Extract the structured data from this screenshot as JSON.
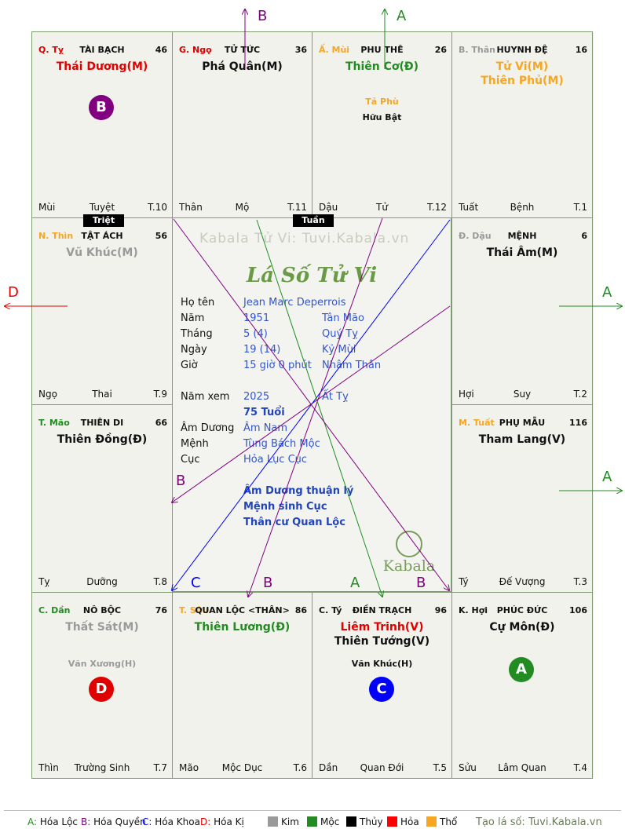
{
  "colors": {
    "green": "#228b22",
    "red": "#e00000",
    "purple": "#800080",
    "blue": "#0000ff",
    "orange": "#f5a623",
    "gray": "#9a9a9a"
  },
  "palaces": [
    {
      "id": "ty",
      "can_chi": "Q. Tỵ",
      "cc_color": "#e00000",
      "name": "TÀI BẠCH",
      "age": "46",
      "stars": [
        {
          "t": "Thái Dương(M)",
          "c": "#e00000"
        }
      ],
      "minor": [],
      "bl": "Mùi",
      "bc": "Tuyệt",
      "br": "T.10"
    },
    {
      "id": "ngo",
      "can_chi": "G. Ngọ",
      "cc_color": "#e00000",
      "name": "TỬ TỨC",
      "age": "36",
      "stars": [
        {
          "t": "Phá Quân(M)",
          "c": "#111111"
        }
      ],
      "minor": [],
      "bl": "Thân",
      "bc": "Mộ",
      "br": "T.11"
    },
    {
      "id": "mui",
      "can_chi": "Ấ. Mùi",
      "cc_color": "#f5a623",
      "name": "PHU THÊ",
      "age": "26",
      "stars": [
        {
          "t": "Thiên Cơ(Đ)",
          "c": "#228b22"
        }
      ],
      "minor": [
        {
          "t": "Tả Phù",
          "c": "#f5a623"
        },
        {
          "t": "Hữu Bật",
          "c": "#111111"
        }
      ],
      "bl": "Dậu",
      "bc": "Tử",
      "br": "T.12"
    },
    {
      "id": "than",
      "can_chi": "B. Thân",
      "cc_color": "#9a9a9a",
      "name": "HUYNH ĐỆ",
      "age": "16",
      "stars": [
        {
          "t": "Tử Vi(M)",
          "c": "#f5a623"
        },
        {
          "t": "Thiên Phủ(M)",
          "c": "#f5a623"
        }
      ],
      "minor": [],
      "bl": "Tuất",
      "bc": "Bệnh",
      "br": "T.1"
    },
    {
      "id": "thin",
      "can_chi": "N. Thìn",
      "cc_color": "#f5a623",
      "name": "TẬT ÁCH",
      "age": "56",
      "stars": [
        {
          "t": "Vũ Khúc(M)",
          "c": "#9a9a9a"
        }
      ],
      "minor": [],
      "bl": "Ngọ",
      "bc": "Thai",
      "br": "T.9"
    },
    {
      "id": "dau",
      "can_chi": "Đ. Dậu",
      "cc_color": "#9a9a9a",
      "name": "MỆNH",
      "age": "6",
      "stars": [
        {
          "t": "Thái Âm(M)",
          "c": "#111111"
        }
      ],
      "minor": [],
      "bl": "Hợi",
      "bc": "Suy",
      "br": "T.2"
    },
    {
      "id": "mao",
      "can_chi": "T. Mão",
      "cc_color": "#228b22",
      "name": "THIÊN DI",
      "age": "66",
      "stars": [
        {
          "t": "Thiên Đồng(Đ)",
          "c": "#111111"
        }
      ],
      "minor": [],
      "bl": "Tỵ",
      "bc": "Dưỡng",
      "br": "T.8"
    },
    {
      "id": "tuat",
      "can_chi": "M. Tuất",
      "cc_color": "#f5a623",
      "name": "PHỤ MẪU",
      "age": "116",
      "stars": [
        {
          "t": "Tham Lang(V)",
          "c": "#111111"
        }
      ],
      "minor": [],
      "bl": "Tý",
      "bc": "Đế Vượng",
      "br": "T.3"
    },
    {
      "id": "dan",
      "can_chi": "C. Dần",
      "cc_color": "#228b22",
      "name": "NÔ BỘC",
      "age": "76",
      "stars": [
        {
          "t": "Thất Sát(M)",
          "c": "#9a9a9a"
        }
      ],
      "minor": [
        {
          "t": "Văn Xương(H)",
          "c": "#9a9a9a"
        }
      ],
      "bl": "Thìn",
      "bc": "Trường Sinh",
      "br": "T.7"
    },
    {
      "id": "suu",
      "can_chi": "T. Sửu",
      "cc_color": "#f5a623",
      "name": "QUAN LỘC <THÂN>",
      "age": "86",
      "stars": [
        {
          "t": "Thiên Lương(Đ)",
          "c": "#228b22"
        }
      ],
      "minor": [],
      "bl": "Mão",
      "bc": "Mộc Dục",
      "br": "T.6"
    },
    {
      "id": "ty2",
      "can_chi": "C. Tý",
      "cc_color": "#111111",
      "name": "ĐIỀN TRẠCH",
      "age": "96",
      "stars": [
        {
          "t": "Liêm Trinh(V)",
          "c": "#e00000"
        },
        {
          "t": "Thiên Tướng(V)",
          "c": "#111111"
        }
      ],
      "minor": [
        {
          "t": "Văn Khúc(H)",
          "c": "#111111"
        }
      ],
      "bl": "Dần",
      "bc": "Quan Đới",
      "br": "T.5"
    },
    {
      "id": "hoi",
      "can_chi": "K. Hợi",
      "cc_color": "#111111",
      "name": "PHÚC ĐỨC",
      "age": "106",
      "stars": [
        {
          "t": "Cự Môn(Đ)",
          "c": "#111111"
        }
      ],
      "minor": [],
      "bl": "Sửu",
      "bc": "Lâm Quan",
      "br": "T.4"
    }
  ],
  "circles": [
    {
      "palace": "ty",
      "label": "B",
      "color": "#800080"
    },
    {
      "palace": "dan",
      "label": "D",
      "color": "#e00000"
    },
    {
      "palace": "ty2",
      "label": "C",
      "color": "#0000ff"
    },
    {
      "palace": "hoi",
      "label": "A",
      "color": "#228b22"
    }
  ],
  "tags": {
    "triet": "Triệt",
    "tuan": "Tuần"
  },
  "center": {
    "watermark": "Kabala Tử Vi: Tuvi.Kabala.vn",
    "title": "Lá Số Tử Vi",
    "rows": [
      {
        "label": "Họ tên",
        "v1": "Jean Marc Deperrois",
        "v2": ""
      },
      {
        "label": "Năm",
        "v1": "1951",
        "v2": "Tân Mão"
      },
      {
        "label": "Tháng",
        "v1": "5  (4)",
        "v2": "Quý Tỵ"
      },
      {
        "label": "Ngày",
        "v1": "19  (14)",
        "v2": "Kỷ Mùi"
      },
      {
        "label": "Giờ",
        "v1": "15 giờ 0 phút",
        "v2": "Nhâm Thân"
      },
      {
        "label": "Năm xem",
        "v1": "2025",
        "v2": "Ất Tỵ"
      },
      {
        "label": "",
        "v1": "75 Tuổi",
        "v2": ""
      },
      {
        "label": "Âm Dương",
        "v1": "Âm Nam",
        "v2": ""
      },
      {
        "label": "Mệnh",
        "v1": "Tùng Bách Mộc",
        "v2": ""
      },
      {
        "label": "Cục",
        "v1": "Hỏa Lục Cục",
        "v2": ""
      }
    ],
    "notes": [
      "Âm Dương thuận lý",
      "Mệnh sinh Cục",
      "Thân cư Quan Lộc"
    ],
    "logo": "Kabala"
  },
  "arrow_labels": {
    "top_b": "B",
    "top_a": "A",
    "left_d": "D",
    "right_a1": "A",
    "right_a2": "A",
    "in_b1": "B",
    "in_c": "C",
    "in_b2": "B",
    "in_a": "A",
    "in_b3": "B"
  },
  "legend": {
    "items": [
      {
        "k": "A:",
        "t": "Hóa Lộc",
        "c": "#228b22"
      },
      {
        "k": "B:",
        "t": "Hóa Quyền",
        "c": "#800080"
      },
      {
        "k": "C:",
        "t": "Hóa Khoa",
        "c": "#0000ff"
      },
      {
        "k": "D:",
        "t": "Hóa Kị",
        "c": "#e00000"
      }
    ],
    "elements": [
      {
        "t": "Kim",
        "c": "#9a9a9a"
      },
      {
        "t": "Mộc",
        "c": "#228b22"
      },
      {
        "t": "Thủy",
        "c": "#000000"
      },
      {
        "t": "Hỏa",
        "c": "#ff0000"
      },
      {
        "t": "Thổ",
        "c": "#f5a623"
      }
    ],
    "site": "Tạo lá số: Tuvi.Kabala.vn"
  }
}
